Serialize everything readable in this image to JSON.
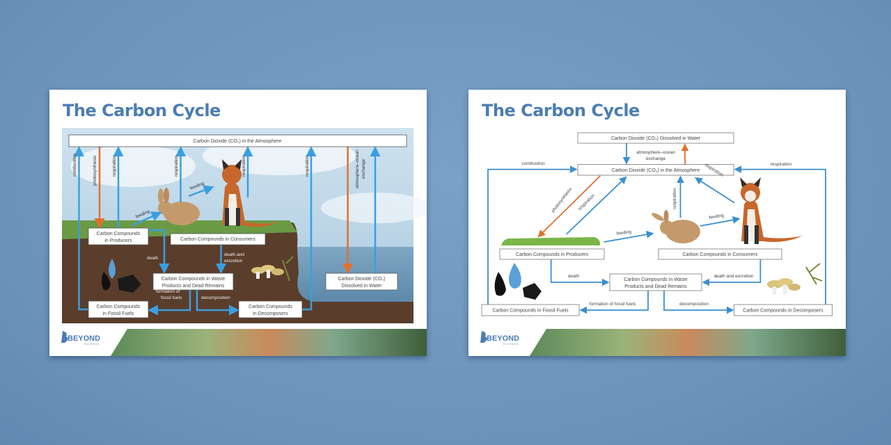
{
  "colors": {
    "background": "#6e96be",
    "title": "#4b7db3",
    "arrow_blue": "#3a9fe0",
    "arrow_orange": "#e0702e"
  },
  "brand": {
    "logo": "BEYOND",
    "logo_sub": "SCIENCE"
  },
  "poster_left": {
    "title": "The Carbon Cycle",
    "boxes": {
      "atmosphere": "Carbon Dioxide (CO₂) in the Atmosphere",
      "producers_1": "Carbon Compounds",
      "producers_2": "in Producers",
      "consumers": "Carbon Compounds in Consumers",
      "waste_1": "Carbon Compounds in Waste",
      "waste_2": "Products and Dead Remains",
      "fossil_1": "Carbon Compounds",
      "fossil_2": "in Fossil Fuels",
      "decomposers_1": "Carbon Compounds",
      "decomposers_2": "in Decomposers",
      "dissolved_1": "Carbon Dioxide (CO₂)",
      "dissolved_2": "Dissolved in Water"
    },
    "labels": {
      "combustion": "combustion",
      "photosynthesis": "photosynthesis",
      "respiration": "respiration",
      "feeding": "feeding",
      "death": "death",
      "death_excretion_1": "death and",
      "death_excretion_2": "excretion",
      "formation_1": "formation of",
      "formation_2": "fossil fuels",
      "decomposition": "decomposition",
      "exchange_1": "atmosphere–ocean",
      "exchange_2": "exchange"
    }
  },
  "poster_right": {
    "title": "The Carbon Cycle",
    "boxes": {
      "dissolved": "Carbon Dioxide (CO₂) Dissolved in Water",
      "atmosphere": "Carbon Dioxide (CO₂) in the Atmosphere",
      "producers": "Carbon Compounds in Producers",
      "consumers": "Carbon Compounds in Consumers",
      "waste_1": "Carbon Compounds in Waste",
      "waste_2": "Products and Dead Remains",
      "fossil": "Carbon Compounds in Fossil Fuels",
      "decomposers": "Carbon Compounds in Decomposers"
    },
    "labels": {
      "exchange_1": "atmosphere–ocean",
      "exchange_2": "exchange",
      "combustion": "combustion",
      "respiration": "respiration",
      "photosynthesis": "photosynthesis",
      "feeding": "feeding",
      "death": "death",
      "death_excretion": "death and excretion",
      "formation": "formation of fossil fuels",
      "decomposition": "decomposition"
    }
  }
}
